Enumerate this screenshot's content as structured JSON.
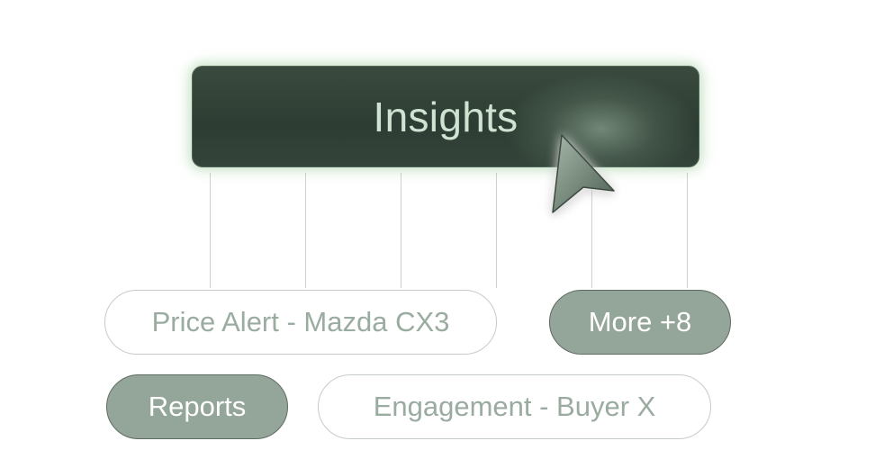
{
  "main_button": {
    "label": "Insights"
  },
  "tags": {
    "price_alert": "Price Alert - Mazda CX3",
    "more": "More +8",
    "reports": "Reports",
    "engagement": "Engagement - Buyer X"
  },
  "icons": {
    "cursor": "pointer-arrow-icon"
  },
  "colors": {
    "main_button_bg": "#2e3d33",
    "main_button_text": "#cfe3d2",
    "glow": "#a8d4a8",
    "filled_pill_bg": "#94a59a",
    "outline_pill_text": "#9aaba0",
    "connector": "#cbd2cc"
  }
}
